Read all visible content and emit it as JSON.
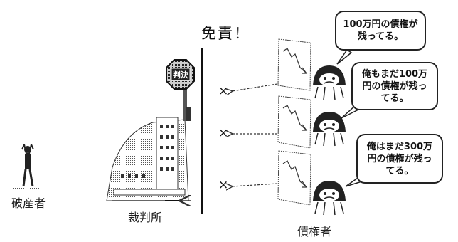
{
  "diagram": {
    "title": "免責！",
    "bankrupt_label": "破産者",
    "court_label": "裁判所",
    "creditors_label": "債権者",
    "court_sign_text": "判決",
    "cross_mark": "×",
    "creditors": [
      {
        "speech_lines": [
          "100万円の債権が",
          "残ってる。"
        ]
      },
      {
        "speech_lines": [
          "俺もまだ100万",
          "円の債権が残っ",
          "てる。"
        ]
      },
      {
        "speech_lines": [
          "俺はまだ300万",
          "円の債権が残っ",
          "てる。"
        ]
      }
    ]
  }
}
